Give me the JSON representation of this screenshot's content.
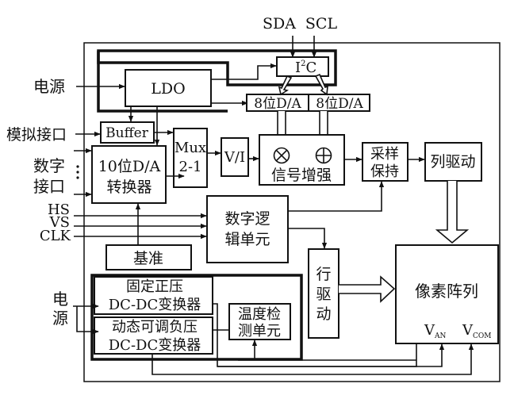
{
  "diagram": {
    "type": "block-diagram",
    "external_inputs": {
      "sda": "SDA",
      "scl": "SCL",
      "power_top": "电源",
      "analog_interface": "模拟接口",
      "digital_interface_line1": "数字",
      "digital_interface_line2": "接口",
      "hs": "HS",
      "vs": "VS",
      "clk": "CLK",
      "power_bottom_line1": "电",
      "power_bottom_line2": "源"
    },
    "blocks": {
      "ldo": "LDO",
      "i2c_main": "I",
      "i2c_sup": "2",
      "i2c_tail": "C",
      "dac8_left": "8位D/A",
      "dac8_right": "8位D/A",
      "buffer": "Buffer",
      "dac10_line1": "10位D/A",
      "dac10_line2": "转换器",
      "mux_line1": "Mux",
      "mux_line2": "2-1",
      "vi": "V/I",
      "multiply_symbol": "⊗",
      "add_symbol": "⊕",
      "signal_enhance": "信号增强",
      "sample_hold_line1": "采样",
      "sample_hold_line2": "保持",
      "column_driver": "列驱动",
      "digital_logic_line1": "数字逻",
      "digital_logic_line2": "辑单元",
      "reference": "基准",
      "row_driver_line1": "行",
      "row_driver_line2": "驱",
      "row_driver_line3": "动",
      "pixel_array": "像素阵列",
      "van_main": "V",
      "van_sub": "AN",
      "vcom_main": "V",
      "vcom_sub": "COM",
      "fixed_pos_line1": "固定正压",
      "fixed_pos_line2": "DC-DC变换器",
      "dyn_neg_line1": "动态可调负压",
      "dyn_neg_line2": "DC-DC变换器",
      "temp_line1": "温度检",
      "temp_line2": "测单元"
    }
  }
}
